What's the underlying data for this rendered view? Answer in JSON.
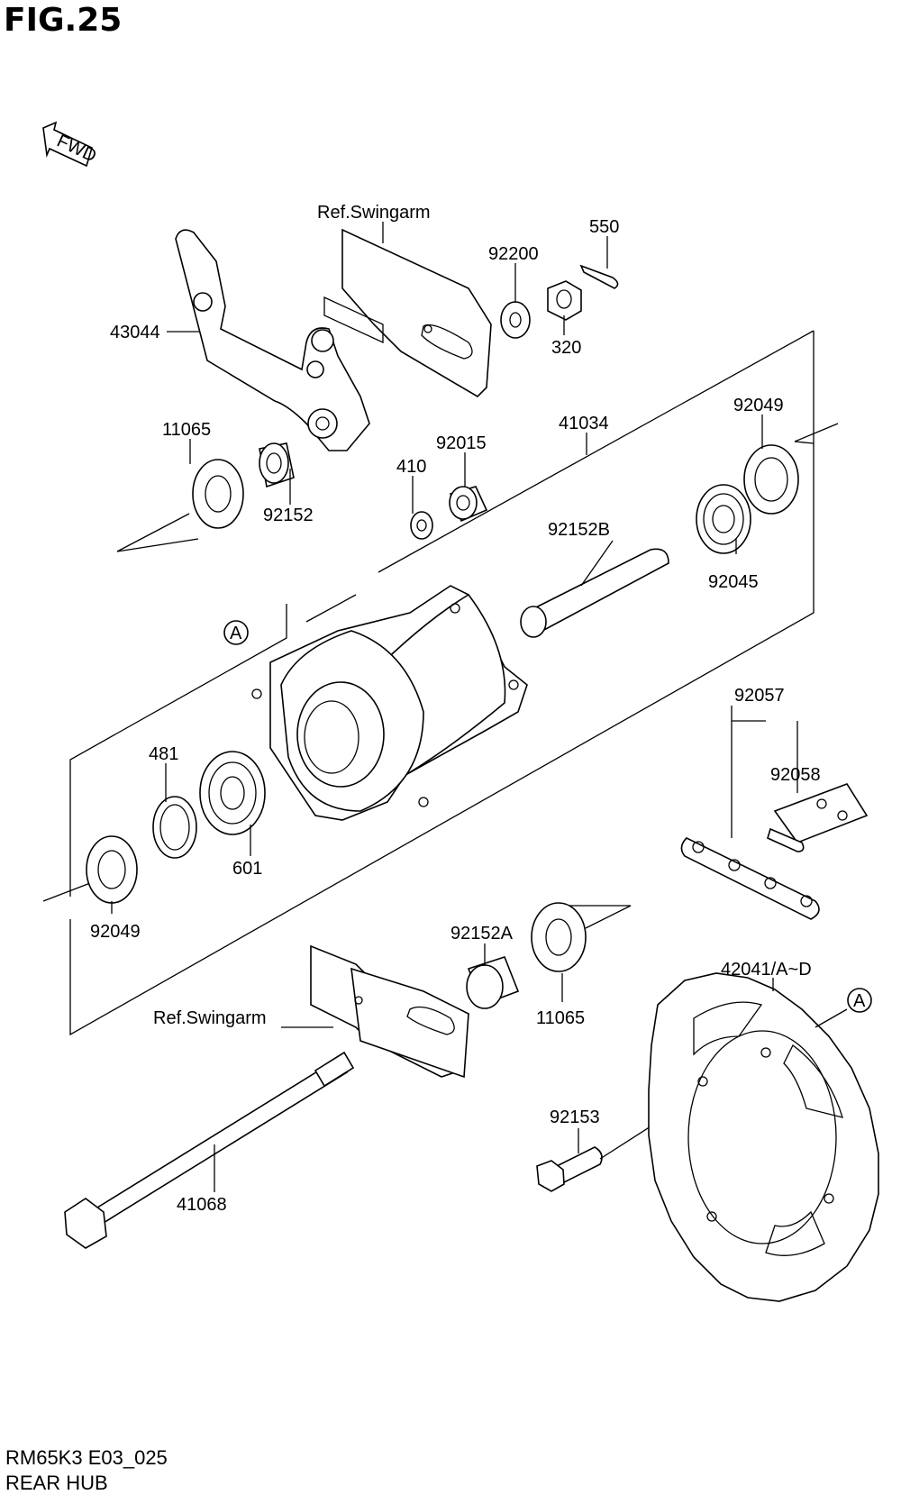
{
  "figure": {
    "title": "FIG.25",
    "fwd_label": "FWD",
    "model_code": "RM65K3 E03_025",
    "section_name": "REAR HUB"
  },
  "callouts": [
    {
      "id": "ref-swingarm-top",
      "text": "Ref.Swingarm"
    },
    {
      "id": "550",
      "text": "550"
    },
    {
      "id": "92200",
      "text": "92200"
    },
    {
      "id": "320",
      "text": "320"
    },
    {
      "id": "43044",
      "text": "43044"
    },
    {
      "id": "41034",
      "text": "41034"
    },
    {
      "id": "92049-top",
      "text": "92049"
    },
    {
      "id": "11065-top",
      "text": "11065"
    },
    {
      "id": "92015",
      "text": "92015"
    },
    {
      "id": "410",
      "text": "410"
    },
    {
      "id": "92152",
      "text": "92152"
    },
    {
      "id": "92152B",
      "text": "92152B"
    },
    {
      "id": "92045",
      "text": "92045"
    },
    {
      "id": "A-left",
      "text": "A"
    },
    {
      "id": "92057",
      "text": "92057"
    },
    {
      "id": "92058",
      "text": "92058"
    },
    {
      "id": "481",
      "text": "481"
    },
    {
      "id": "601",
      "text": "601"
    },
    {
      "id": "92049-bottom",
      "text": "92049"
    },
    {
      "id": "92152A",
      "text": "92152A"
    },
    {
      "id": "11065-bottom",
      "text": "11065"
    },
    {
      "id": "42041",
      "text": "42041/A~D"
    },
    {
      "id": "A-right",
      "text": "A"
    },
    {
      "id": "ref-swingarm-bottom",
      "text": "Ref.Swingarm"
    },
    {
      "id": "92153",
      "text": "92153"
    },
    {
      "id": "41068",
      "text": "41068"
    }
  ]
}
